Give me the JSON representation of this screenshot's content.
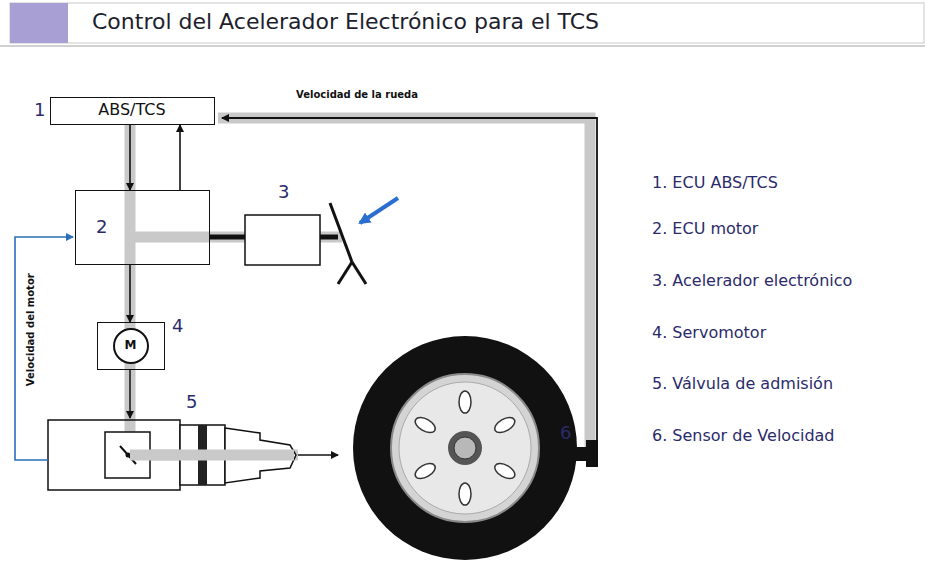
{
  "diagram": {
    "title": "Control del Acelerador Electrónico para el TCS",
    "nodes": [
      {
        "text": [
          "ABS/TCS"
        ]
      },
      {
        "text": [
          "2"
        ]
      },
      {
        "text": [
          "M"
        ]
      }
    ],
    "edges": [
      {
        "from": 0,
        "to": 1,
        "arrow": "to"
      },
      {
        "from": 1,
        "to": 0,
        "arrow": "to"
      },
      {
        "from": 1,
        "to": 2,
        "arrow": "to"
      }
    ],
    "labels": [
      "1",
      "3",
      "4",
      "5",
      "6",
      "Velocidad de la rueda",
      "Velocidad del motor",
      "1. ECU ABS/TCS",
      "2. ECU motor",
      "3. Acelerador electrónico",
      "4. Servomotor",
      "5. Válvula de admisión",
      "6. Sensor de Velocidad"
    ]
  }
}
